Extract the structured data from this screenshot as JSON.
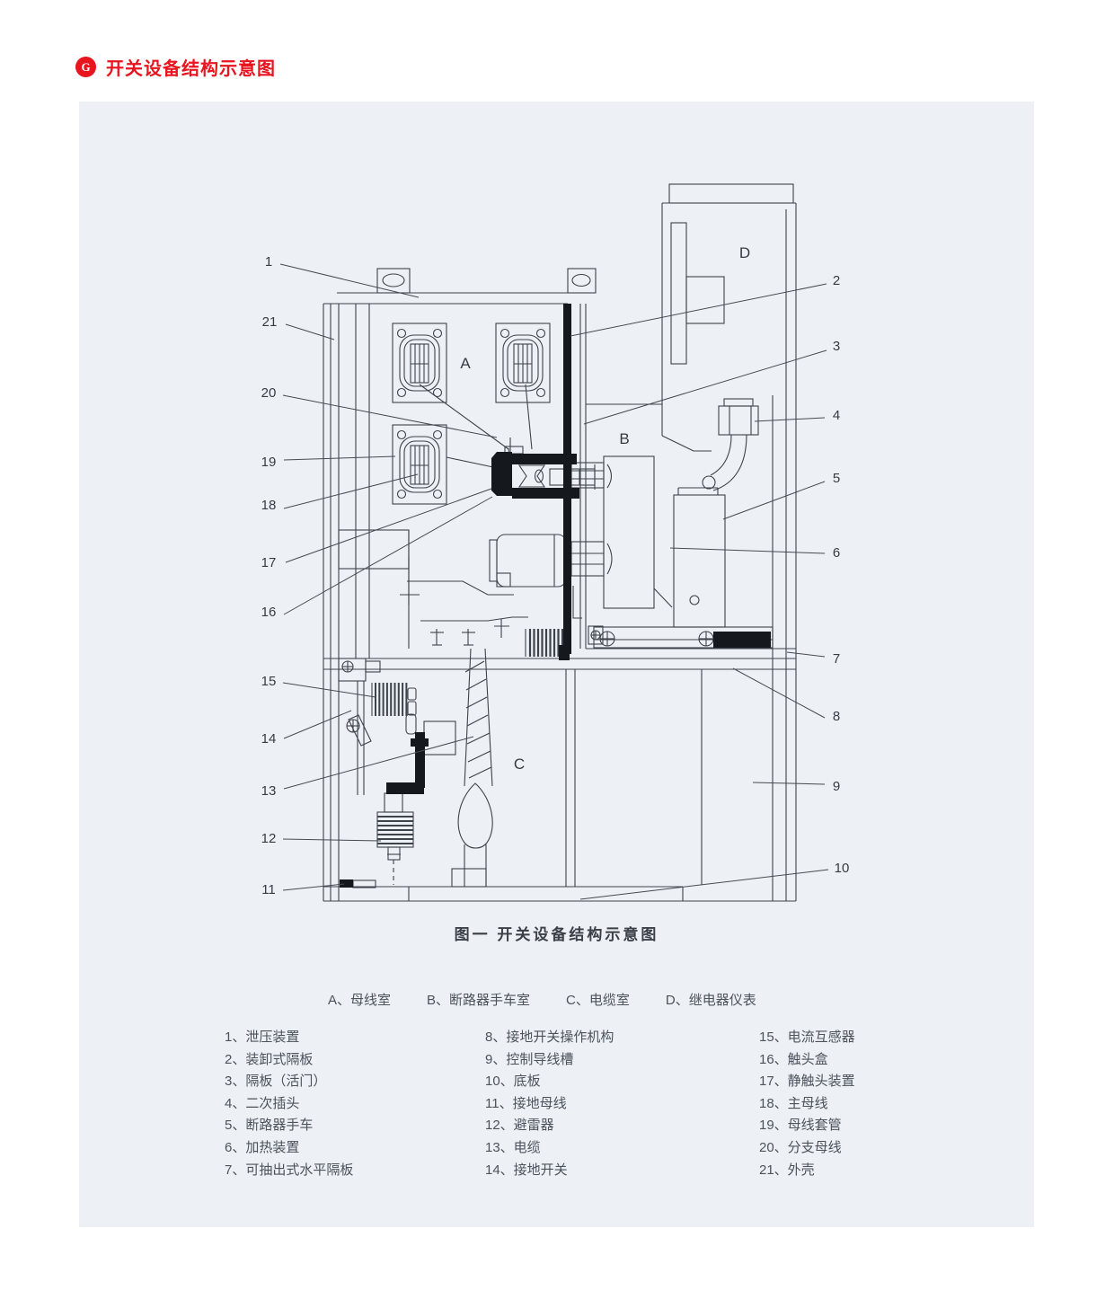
{
  "header": {
    "title": "开关设备结构示意图",
    "logo_glyph": "G",
    "accent_color": "#e8141e"
  },
  "figure": {
    "caption": "图一 开关设备结构示意图"
  },
  "diagram": {
    "callouts": [
      "1",
      "2",
      "3",
      "4",
      "5",
      "6",
      "7",
      "8",
      "9",
      "10",
      "11",
      "12",
      "13",
      "14",
      "15",
      "16",
      "17",
      "18",
      "19",
      "20",
      "21"
    ],
    "letters": [
      "A",
      "B",
      "C",
      "D"
    ]
  },
  "legend": {
    "separator": "、",
    "compartments": [
      {
        "key": "A",
        "name": "母线室"
      },
      {
        "key": "B",
        "name": "断路器手车室"
      },
      {
        "key": "C",
        "name": "电缆室"
      },
      {
        "key": "D",
        "name": "继电器仪表"
      }
    ],
    "columns": [
      [
        {
          "num": "1",
          "name": "泄压装置"
        },
        {
          "num": "2",
          "name": "装卸式隔板"
        },
        {
          "num": "3",
          "name": "隔板（活门）"
        },
        {
          "num": "4",
          "name": "二次插头"
        },
        {
          "num": "5",
          "name": "断路器手车"
        },
        {
          "num": "6",
          "name": "加热装置"
        },
        {
          "num": "7",
          "name": "可抽出式水平隔板"
        }
      ],
      [
        {
          "num": "8",
          "name": "接地开关操作机构"
        },
        {
          "num": "9",
          "name": "控制导线槽"
        },
        {
          "num": "10",
          "name": "底板"
        },
        {
          "num": "11",
          "name": "接地母线"
        },
        {
          "num": "12",
          "name": "避雷器"
        },
        {
          "num": "13",
          "name": "电缆"
        },
        {
          "num": "14",
          "name": "接地开关"
        }
      ],
      [
        {
          "num": "15",
          "name": "电流互感器"
        },
        {
          "num": "16",
          "name": "触头盒"
        },
        {
          "num": "17",
          "name": "静触头装置"
        },
        {
          "num": "18",
          "name": "主母线"
        },
        {
          "num": "19",
          "name": "母线套管"
        },
        {
          "num": "20",
          "name": "分支母线"
        },
        {
          "num": "21",
          "name": "外壳"
        }
      ]
    ]
  }
}
